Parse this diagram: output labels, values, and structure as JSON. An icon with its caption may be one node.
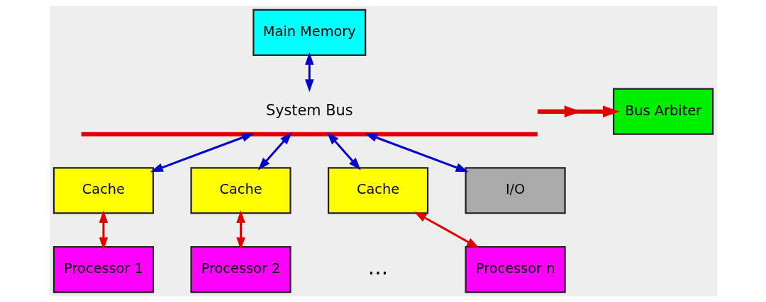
{
  "diagram": {
    "nodes": [
      {
        "text": [
          "Main Memory"
        ]
      },
      {
        "text": [
          "Bus Arbiter"
        ]
      },
      {
        "text": [
          "System Bus"
        ]
      },
      {
        "text": [
          "Cache"
        ]
      },
      {
        "text": [
          "Cache"
        ]
      },
      {
        "text": [
          "Cache"
        ]
      },
      {
        "text": [
          "I/O"
        ]
      },
      {
        "text": [
          "Processor 1"
        ]
      },
      {
        "text": [
          "Processor 2"
        ]
      },
      {
        "text": [
          "Processor n"
        ]
      }
    ],
    "edges": [
      {
        "from": 2,
        "to": 1,
        "arrow": "to",
        "style": "thick",
        "color": "#e00000"
      },
      {
        "from": 2,
        "to": null,
        "arrow": "to",
        "style": "thick",
        "color": "#e00000"
      },
      {
        "from": 0,
        "to": 2,
        "arrow": "both",
        "color": "#0000cc"
      },
      {
        "from": 2,
        "to": 3,
        "arrow": "both",
        "color": "#0000cc"
      },
      {
        "from": 2,
        "to": 4,
        "arrow": "both",
        "color": "#0000cc"
      },
      {
        "from": 2,
        "to": 5,
        "arrow": "both",
        "color": "#0000cc"
      },
      {
        "from": 2,
        "to": 6,
        "arrow": "both",
        "color": "#0000cc"
      },
      {
        "from": 3,
        "to": 7,
        "arrow": "both",
        "color": "#e00000"
      },
      {
        "from": 4,
        "to": 8,
        "arrow": "both",
        "color": "#e00000"
      },
      {
        "from": 5,
        "to": 9,
        "arrow": "both",
        "color": "#e00000"
      }
    ],
    "labels": [
      "..."
    ]
  }
}
